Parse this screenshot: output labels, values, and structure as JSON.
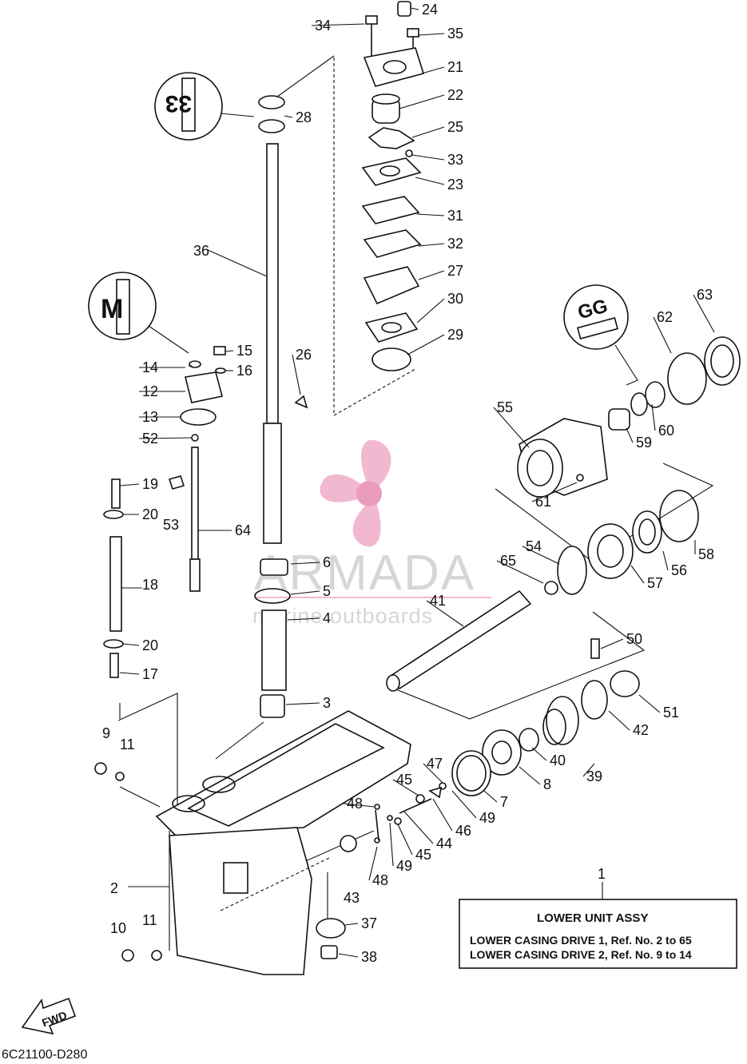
{
  "diagram": {
    "code": "6C21100-D280",
    "watermark": {
      "brand": "ARMADA",
      "tagline": "marine outboards"
    },
    "fwd_label": "FWD",
    "callouts": {
      "pump_detail": "33",
      "shift_detail": "M",
      "bearing_detail": "GG"
    },
    "legend": {
      "ref": "1",
      "title": "LOWER  UNIT  ASSY",
      "line1": "LOWER CASING DRIVE 1,  Ref. No. 2 to 65",
      "line2": "LOWER CASING DRIVE 2,  Ref. No. 9 to 14"
    },
    "parts": [
      {
        "id": "p24",
        "no": "24"
      },
      {
        "id": "p34",
        "no": "34"
      },
      {
        "id": "p35",
        "no": "35"
      },
      {
        "id": "p21",
        "no": "21"
      },
      {
        "id": "p22",
        "no": "22"
      },
      {
        "id": "p28",
        "no": "28"
      },
      {
        "id": "p25",
        "no": "25"
      },
      {
        "id": "p33",
        "no": "33"
      },
      {
        "id": "p23",
        "no": "23"
      },
      {
        "id": "p31",
        "no": "31"
      },
      {
        "id": "p32",
        "no": "32"
      },
      {
        "id": "p36",
        "no": "36"
      },
      {
        "id": "p27",
        "no": "27"
      },
      {
        "id": "p30",
        "no": "30"
      },
      {
        "id": "p63",
        "no": "63"
      },
      {
        "id": "p62",
        "no": "62"
      },
      {
        "id": "p29",
        "no": "29"
      },
      {
        "id": "p15",
        "no": "15"
      },
      {
        "id": "p26",
        "no": "26"
      },
      {
        "id": "p14",
        "no": "14"
      },
      {
        "id": "p16",
        "no": "16"
      },
      {
        "id": "p12",
        "no": "12"
      },
      {
        "id": "p55",
        "no": "55"
      },
      {
        "id": "p60",
        "no": "60"
      },
      {
        "id": "p59",
        "no": "59"
      },
      {
        "id": "p13",
        "no": "13"
      },
      {
        "id": "p52",
        "no": "52"
      },
      {
        "id": "p19",
        "no": "19"
      },
      {
        "id": "p61",
        "no": "61"
      },
      {
        "id": "p20a",
        "no": "20"
      },
      {
        "id": "p53",
        "no": "53"
      },
      {
        "id": "p64",
        "no": "64"
      },
      {
        "id": "p58",
        "no": "58"
      },
      {
        "id": "p54",
        "no": "54"
      },
      {
        "id": "p56",
        "no": "56"
      },
      {
        "id": "p65",
        "no": "65"
      },
      {
        "id": "p6",
        "no": "6"
      },
      {
        "id": "p57",
        "no": "57"
      },
      {
        "id": "p18",
        "no": "18"
      },
      {
        "id": "p5",
        "no": "5"
      },
      {
        "id": "p41",
        "no": "41"
      },
      {
        "id": "p4",
        "no": "4"
      },
      {
        "id": "p20b",
        "no": "20"
      },
      {
        "id": "p50",
        "no": "50"
      },
      {
        "id": "p17",
        "no": "17"
      },
      {
        "id": "p3",
        "no": "3"
      },
      {
        "id": "p51",
        "no": "51"
      },
      {
        "id": "p42",
        "no": "42"
      },
      {
        "id": "p9",
        "no": "9"
      },
      {
        "id": "p11a",
        "no": "11"
      },
      {
        "id": "p40",
        "no": "40"
      },
      {
        "id": "p8",
        "no": "8"
      },
      {
        "id": "p39",
        "no": "39"
      },
      {
        "id": "p47",
        "no": "47"
      },
      {
        "id": "p45a",
        "no": "45"
      },
      {
        "id": "p7",
        "no": "7"
      },
      {
        "id": "p48a",
        "no": "48"
      },
      {
        "id": "p46",
        "no": "46"
      },
      {
        "id": "p49a",
        "no": "49"
      },
      {
        "id": "p44",
        "no": "44"
      },
      {
        "id": "p45b",
        "no": "45"
      },
      {
        "id": "p49b",
        "no": "49"
      },
      {
        "id": "p48b",
        "no": "48"
      },
      {
        "id": "p43",
        "no": "43"
      },
      {
        "id": "p2",
        "no": "2"
      },
      {
        "id": "p37",
        "no": "37"
      },
      {
        "id": "p10",
        "no": "10"
      },
      {
        "id": "p11b",
        "no": "11"
      },
      {
        "id": "p38",
        "no": "38"
      }
    ]
  }
}
